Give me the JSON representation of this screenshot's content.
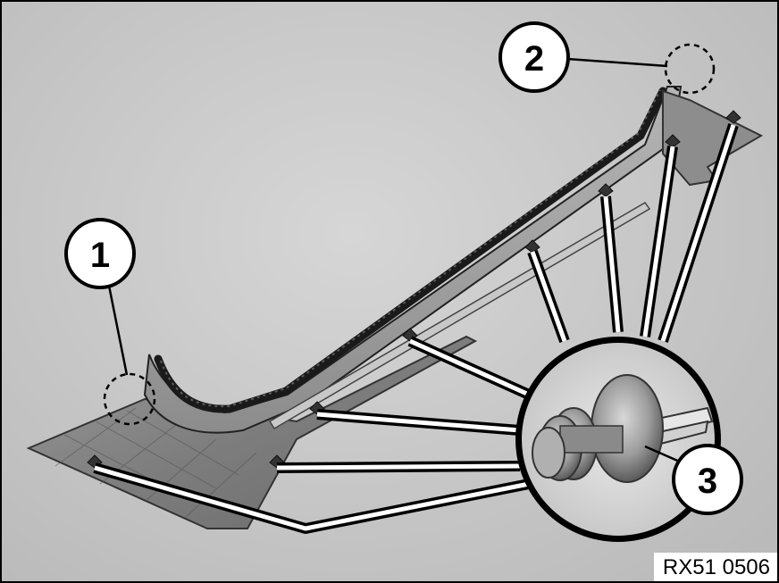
{
  "callouts": {
    "one": "1",
    "two": "2",
    "three": "3"
  },
  "reference_code": "RX51 0506"
}
